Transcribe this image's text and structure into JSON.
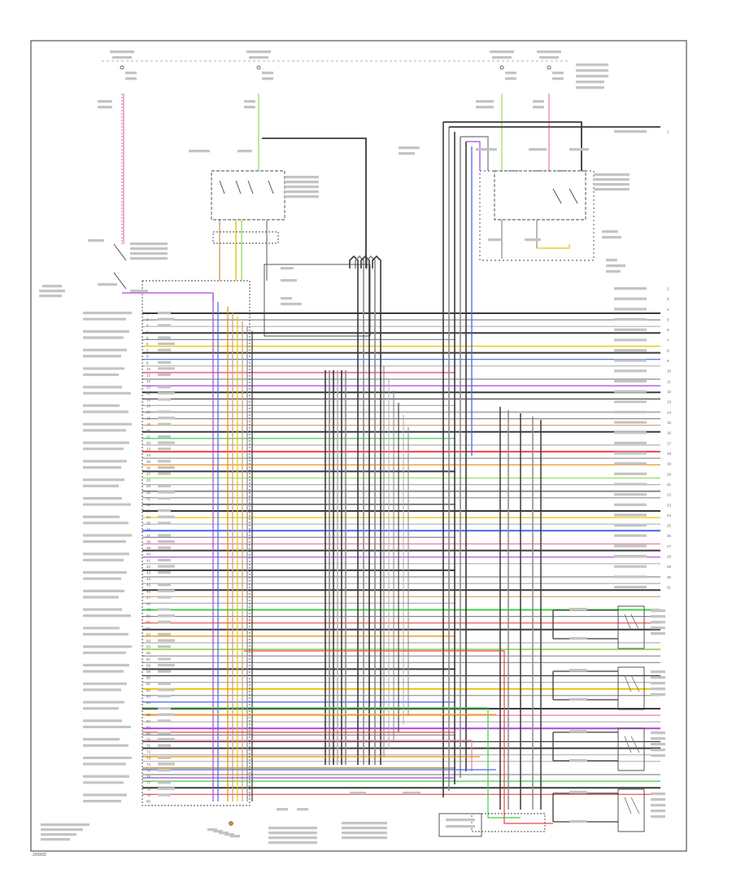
{
  "diagram": {
    "page_code": "2/09/02",
    "left_pin_count": 80,
    "right_terminal_count": 31
  },
  "colors": {
    "frame": "#555555",
    "wire_dark": "#3a3a3a",
    "wire_gray": "#8a8a8a",
    "wire_light": "#b0b0b0",
    "red": "#ee4444",
    "pink": "#f07fa0",
    "orange": "#ee8800",
    "yellow": "#e8c400",
    "tan": "#cfa060",
    "green": "#44cc44",
    "blue": "#4466ee",
    "violet": "#aa44dd",
    "ltgreen": "#99dd66"
  },
  "wire_colors": [
    {
      "name": "black",
      "hex": "#3a3a3a"
    },
    {
      "name": "gray",
      "hex": "#8a8a8a"
    },
    {
      "name": "red",
      "hex": "#ee4444"
    },
    {
      "name": "pink",
      "hex": "#f07fa0"
    },
    {
      "name": "orange",
      "hex": "#ee8800"
    },
    {
      "name": "yellow",
      "hex": "#e8c400"
    },
    {
      "name": "tan",
      "hex": "#cfa060"
    },
    {
      "name": "green",
      "hex": "#44cc44"
    },
    {
      "name": "blue",
      "hex": "#4466ee"
    },
    {
      "name": "violet",
      "hex": "#aa44dd"
    },
    {
      "name": "light-green",
      "hex": "#99dd66"
    }
  ]
}
